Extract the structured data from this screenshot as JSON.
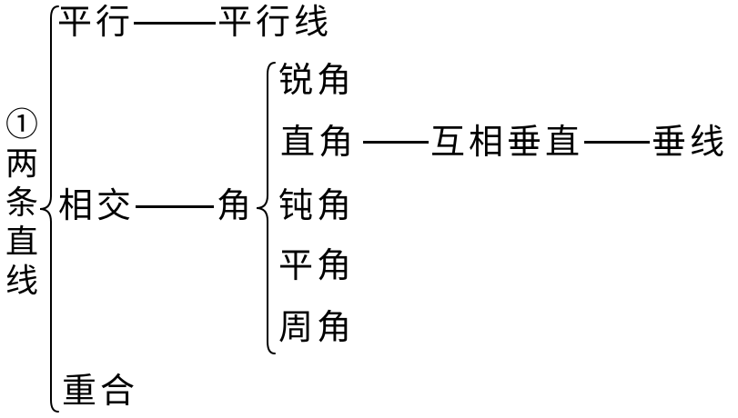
{
  "colors": {
    "text": "#000000",
    "background": "#ffffff",
    "line": "#000000"
  },
  "diagram": {
    "root": {
      "label": "①两条直线"
    },
    "branches": [
      {
        "label": "平行",
        "child": "平行线"
      },
      {
        "label": "相交",
        "child": "角",
        "angle_types": [
          "锐角",
          "直角",
          "钝角",
          "平角",
          "周角"
        ],
        "right_angle_chain": [
          "互相垂直",
          "垂线"
        ]
      },
      {
        "label": "重合"
      }
    ]
  }
}
